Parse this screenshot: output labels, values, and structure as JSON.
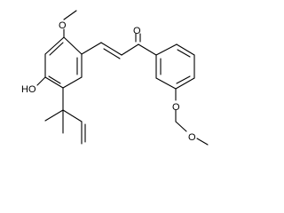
{
  "structure": {
    "atom_labels": {
      "methoxy_top": "O",
      "hydroxyl": "HO",
      "ketone_oxygen": "O",
      "ether_oxygen_1": "O",
      "ether_oxygen_2": "O"
    }
  }
}
